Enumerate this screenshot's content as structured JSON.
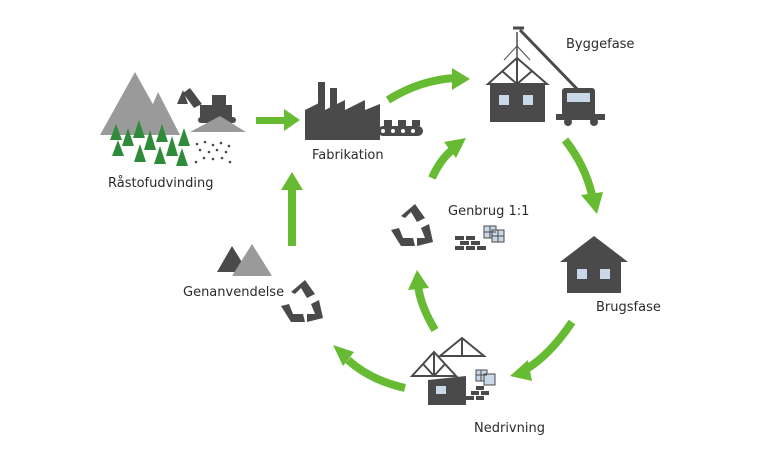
{
  "stages": {
    "extraction": "Råstofudvinding",
    "fabrication": "Fabrikation",
    "construction": "Byggefase",
    "use": "Brugsfase",
    "demolition": "Nedrivning",
    "reuse": "Genbrug 1:1",
    "recycling": "Genanvendelse"
  },
  "colors": {
    "arrow": "#66bb33",
    "icon_dark": "#4a4a4a",
    "mountain": "#9a9a9a",
    "tree": "#2e8b3a",
    "window": "#c8d8e8"
  },
  "icons": [
    "mountains-icon",
    "excavator-icon",
    "factory-icon",
    "crane-icon",
    "truck-icon",
    "house-icon",
    "recycle-icon",
    "bricks-icon",
    "windows-icon",
    "roof-truss-icon"
  ]
}
